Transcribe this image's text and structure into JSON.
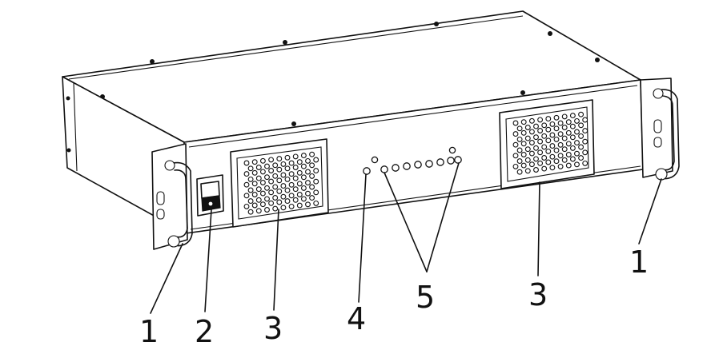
{
  "callouts": [
    {
      "id": "label-1-left",
      "text": "1"
    },
    {
      "id": "label-2",
      "text": "2"
    },
    {
      "id": "label-3-left",
      "text": "3"
    },
    {
      "id": "label-4",
      "text": "4"
    },
    {
      "id": "label-5",
      "text": "5"
    },
    {
      "id": "label-3-right",
      "text": "3"
    },
    {
      "id": "label-1-right",
      "text": "1"
    }
  ]
}
